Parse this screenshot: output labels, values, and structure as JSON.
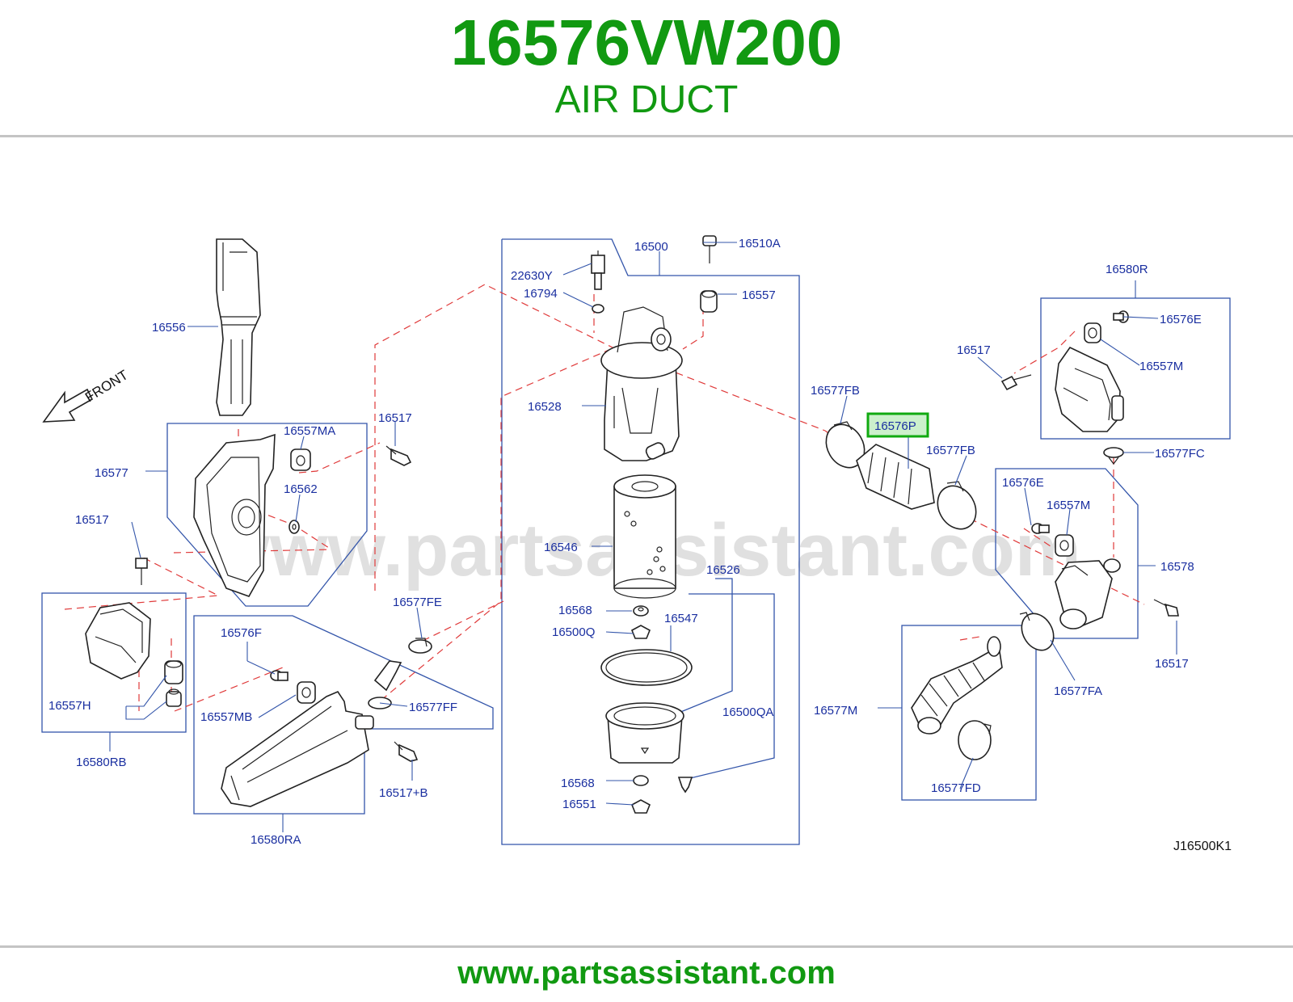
{
  "header": {
    "part_number": "16576VW200",
    "part_name": "AIR DUCT"
  },
  "footer": {
    "url": "www.partsassistant.com"
  },
  "diagram": {
    "watermark": "www.partsassistant.com",
    "front_label": "FRONT",
    "ref_code": "J16500K1",
    "highlighted_label": "16576P",
    "labels": {
      "l16500": "16500",
      "l16510A": "16510A",
      "l22630Y": "22630Y",
      "l16794": "16794",
      "l16557": "16557",
      "l16580R": "16580R",
      "l16576E_top": "16576E",
      "l16556": "16556",
      "l16517_tr": "16517",
      "l16557M_top": "16557M",
      "l16577FB_l": "16577FB",
      "l16528": "16528",
      "l16517_mid": "16517",
      "l16557MA": "16557MA",
      "l16577": "16577",
      "l16577FB_r": "16577FB",
      "l16577FC": "16577FC",
      "l16562": "16562",
      "l16576E_r": "16576E",
      "l16557M_r": "16557M",
      "l16517_left": "16517",
      "l16546": "16546",
      "l16526": "16526",
      "l16578": "16578",
      "l16577FE": "16577FE",
      "l16568_a": "16568",
      "l16547": "16547",
      "l16576F": "16576F",
      "l16500Q": "16500Q",
      "l16517_br": "16517",
      "l16577FA": "16577FA",
      "l16557H": "16557H",
      "l16577FF": "16577FF",
      "l16557MB": "16557MB",
      "l16500QA": "16500QA",
      "l16577M": "16577M",
      "l16580RB": "16580RB",
      "l16568_b": "16568",
      "l16517B": "16517+B",
      "l16551": "16551",
      "l16577FD": "16577FD",
      "l16580RA": "16580RA"
    }
  }
}
